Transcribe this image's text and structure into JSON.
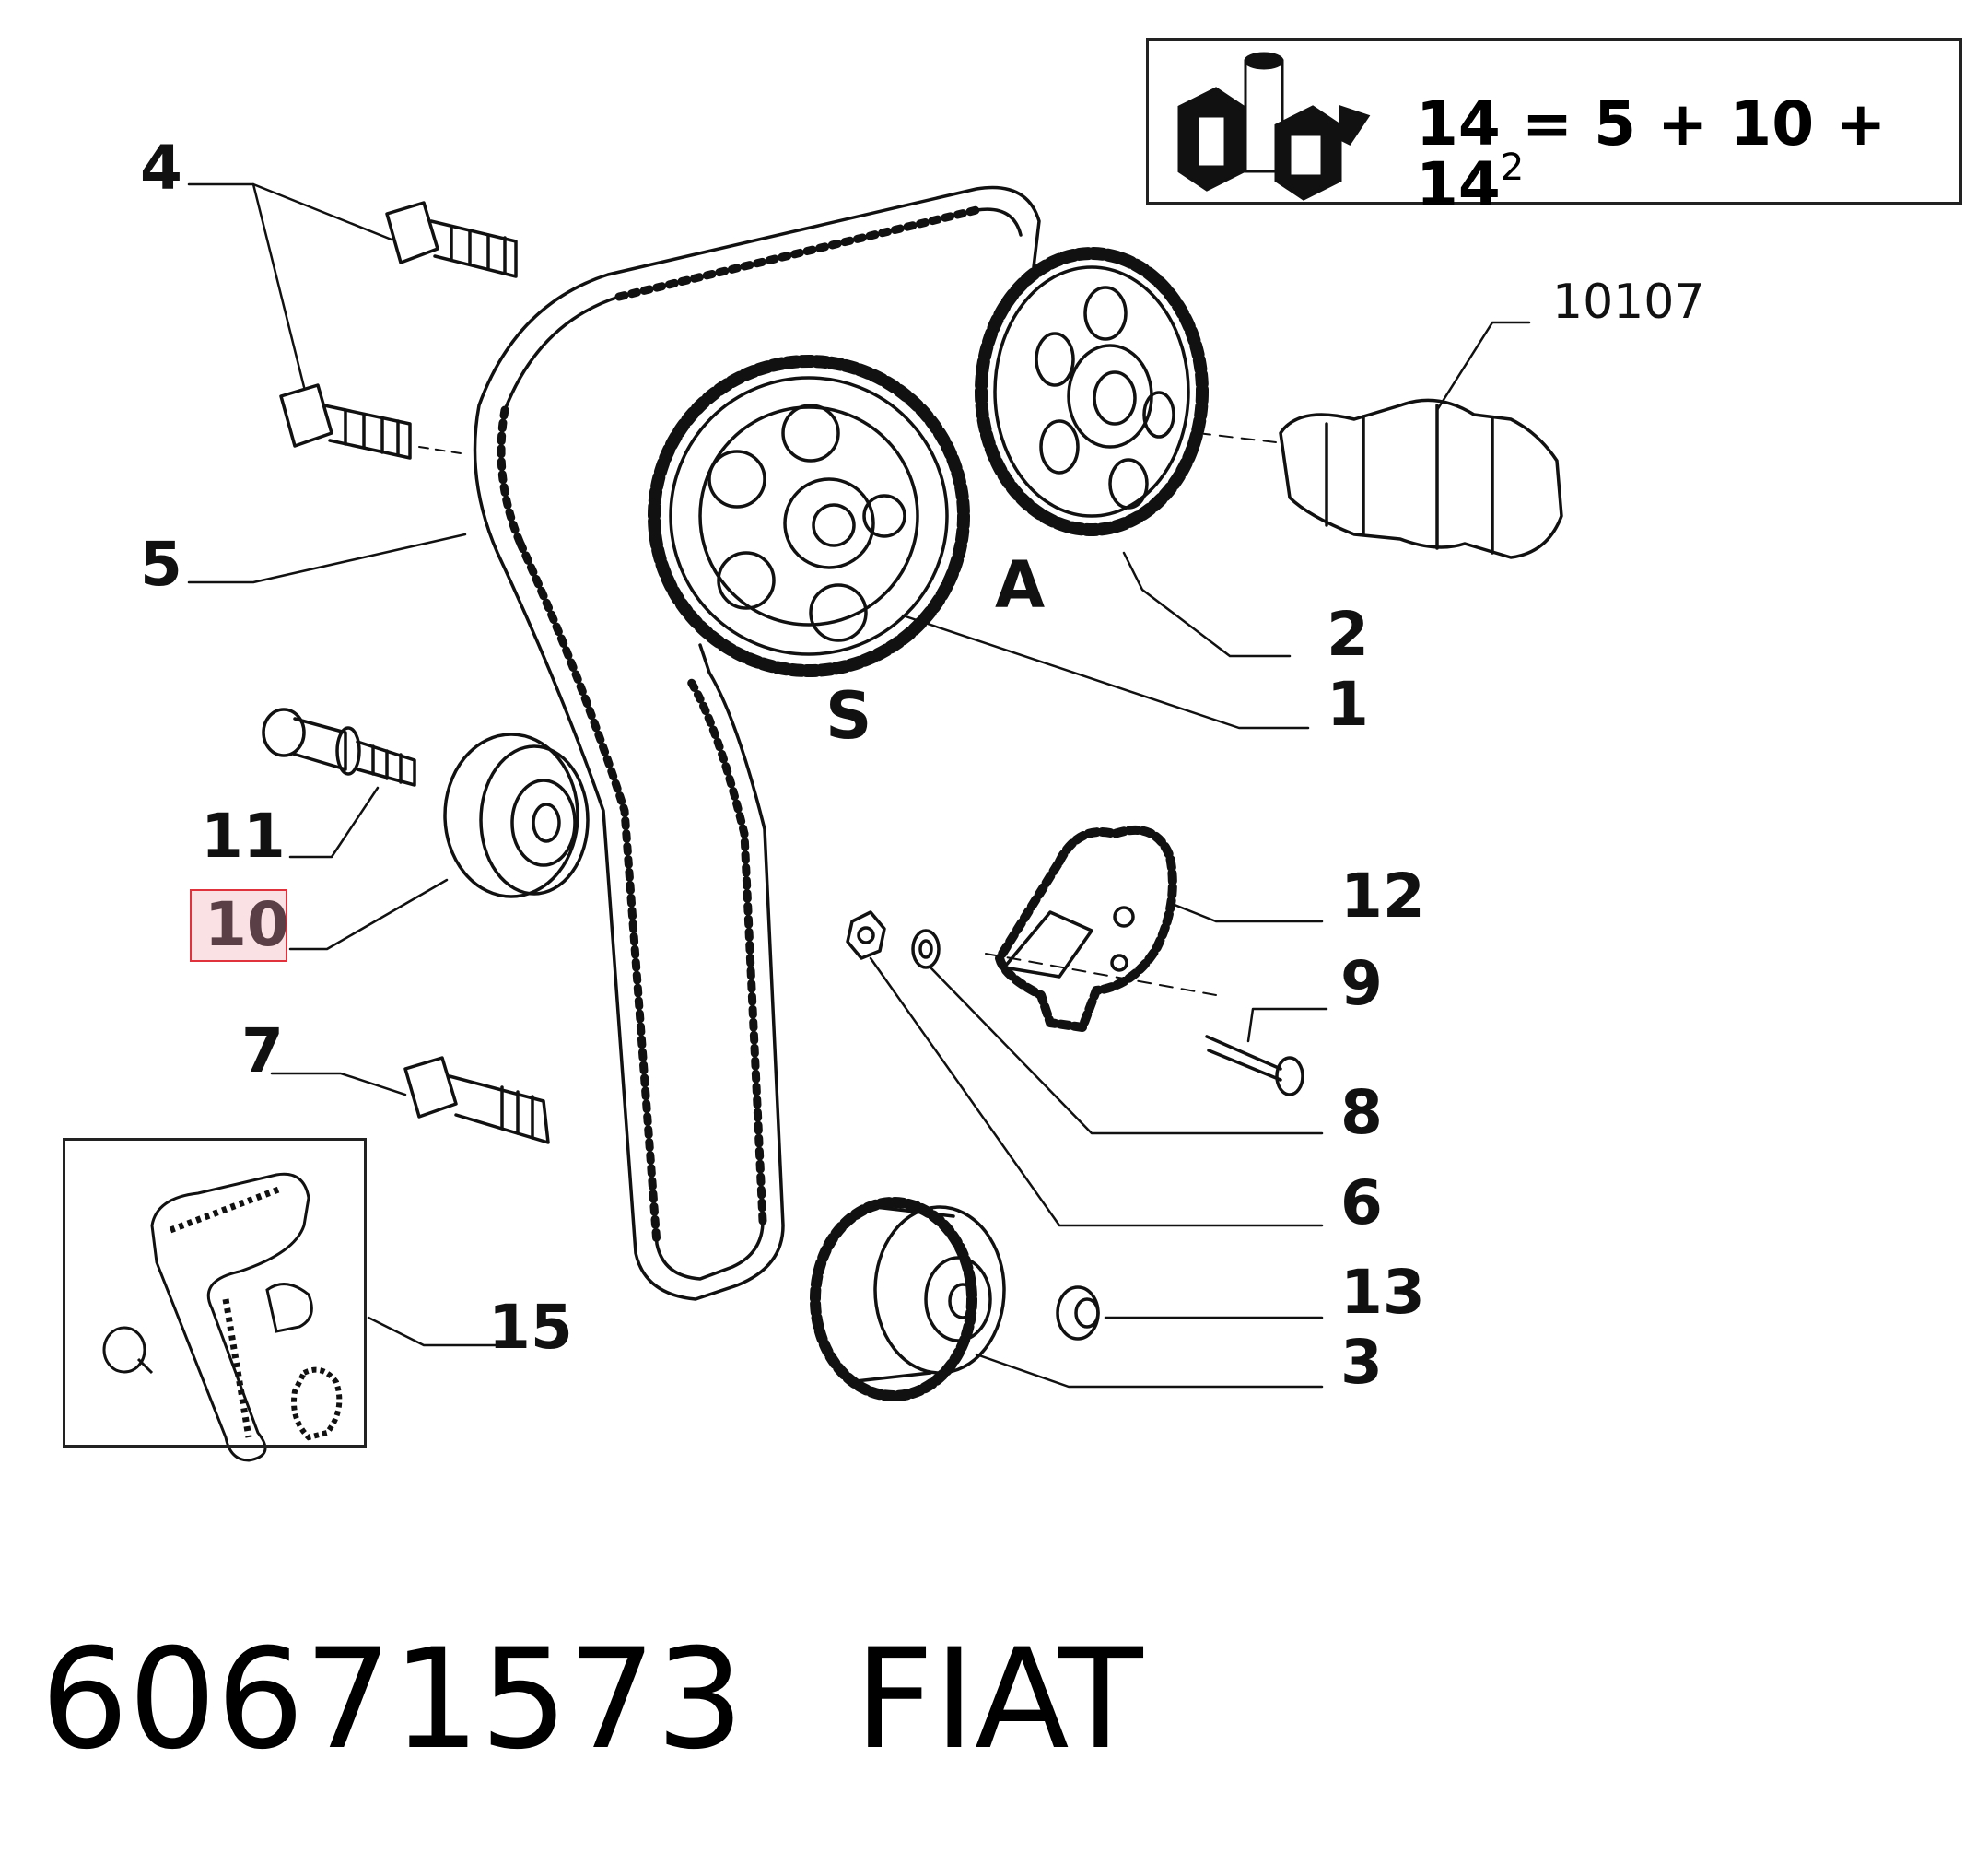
{
  "kit": {
    "icon": "kit-box-icon",
    "formula": "14 = 5 + 10 + 14",
    "superscript": "2"
  },
  "reference": "10107",
  "letters": {
    "a": "A",
    "s": "S"
  },
  "callouts": {
    "c1": "1",
    "c2": "2",
    "c3": "3",
    "c4": "4",
    "c5": "5",
    "c6": "6",
    "c7": "7",
    "c8": "8",
    "c9": "9",
    "c10": "10",
    "c11": "11",
    "c12": "12",
    "c13": "13",
    "c15": "15"
  },
  "highlighted_callout": "10",
  "footer": {
    "part_number": "60671573",
    "brand": "FIAT"
  }
}
